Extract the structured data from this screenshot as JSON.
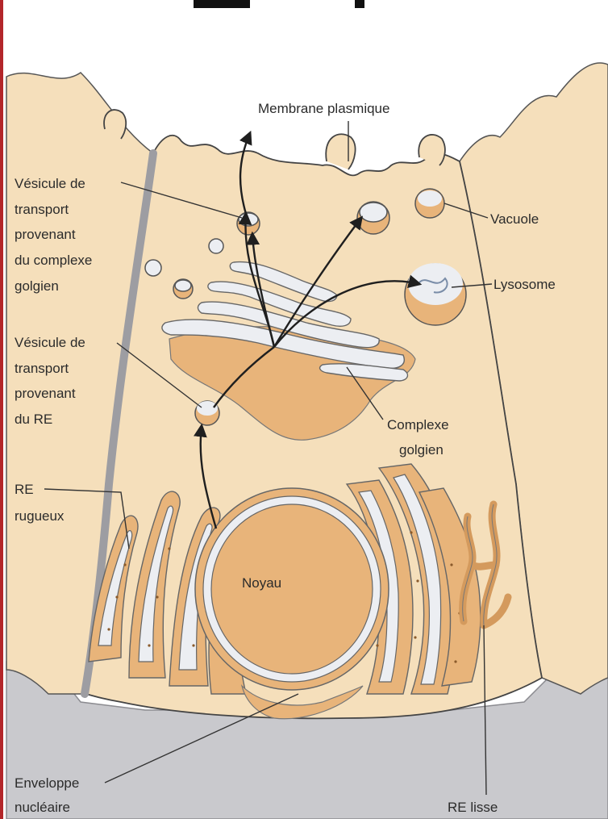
{
  "diagram": {
    "labels": {
      "membrane": "Membrane plasmique",
      "vesicle_golgi": [
        "Vésicule de",
        "transport",
        "provenant",
        "du complexe",
        "golgien"
      ],
      "vacuole": "Vacuole",
      "lysosome": "Lysosome",
      "vesicle_er": [
        "Vésicule de",
        "transport",
        "provenant",
        "du RE"
      ],
      "golgi": [
        "Complexe",
        "golgien"
      ],
      "rough_er": [
        "RE",
        "rugueux"
      ],
      "nucleus": "Noyau",
      "envelope": [
        "Enveloppe",
        "nucléaire"
      ],
      "smooth_er": "RE lisse"
    },
    "colors": {
      "cytoplasm": "#f5dfbb",
      "organelle": "#e8b47a",
      "organelle_dark": "#d49a5d",
      "membrane_grey": "#c9c9cd",
      "lumen": "#eceef2",
      "ink": "#1f1f1f"
    }
  }
}
